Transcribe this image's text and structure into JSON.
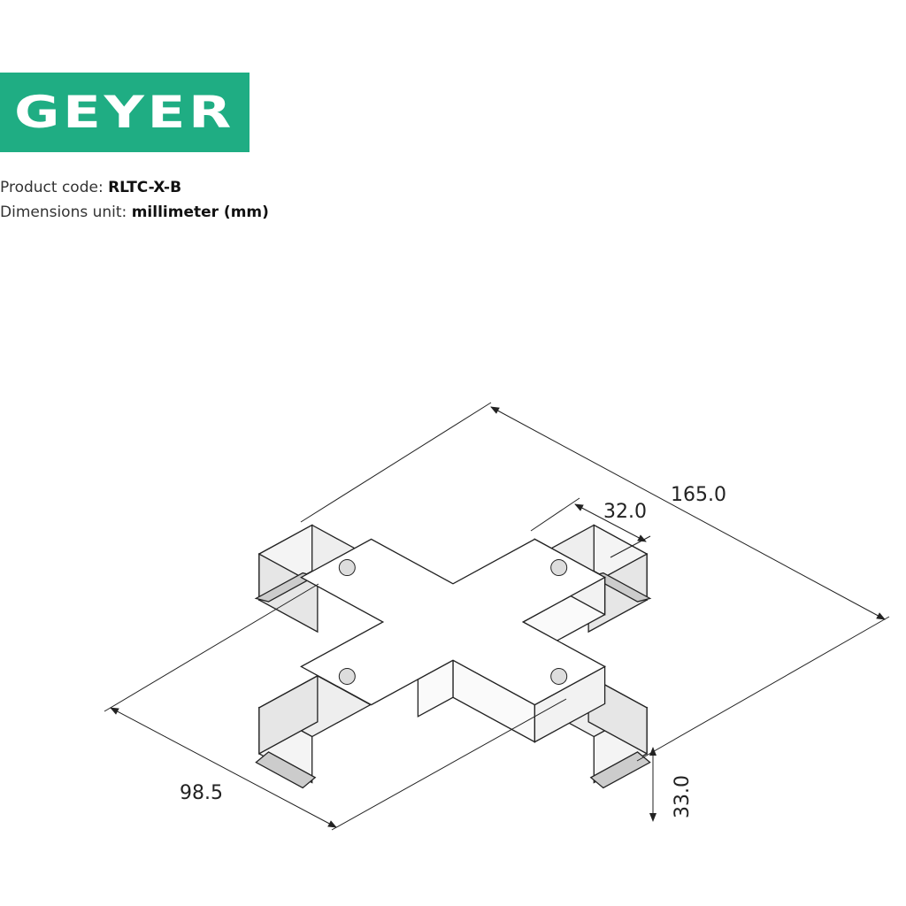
{
  "brand": {
    "logo_text": "GEYER",
    "color": "#1fad83"
  },
  "product": {
    "code_label": "Product code:",
    "code_value": "RLTC-X-B",
    "unit_label": "Dimensions unit:",
    "unit_value": "millimeter (mm)"
  },
  "dimensions": {
    "length": "165.0",
    "arm_width": "32.0",
    "depth": "98.5",
    "height": "33.0"
  }
}
